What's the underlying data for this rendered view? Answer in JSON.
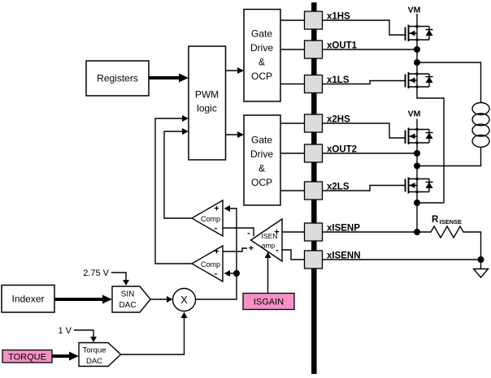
{
  "colors": {
    "pink": "#f591c7",
    "pin_gray": "#dcdcdc",
    "wire": "#000000",
    "background": "#ffffff"
  },
  "blocks": {
    "registers": {
      "label": "Registers"
    },
    "pwm_logic": {
      "line1": "PWM",
      "line2": "logic"
    },
    "gate_drive_a": {
      "line1": "Gate",
      "line2": "Drive",
      "line3": "&",
      "line4": "OCP"
    },
    "gate_drive_b": {
      "line1": "Gate",
      "line2": "Drive",
      "line3": "&",
      "line4": "OCP"
    },
    "indexer": {
      "label": "Indexer"
    },
    "sin_dac": {
      "line1": "SIN",
      "line2": "DAC"
    },
    "torque_dac": {
      "line1": "Torque",
      "line2": "DAC"
    },
    "multiplier": {
      "label": "X"
    },
    "comp_top": {
      "label": "Comp"
    },
    "comp_bottom": {
      "label": "Comp"
    },
    "isen_amp": {
      "line1": "ISEN",
      "line2": "amp"
    }
  },
  "pins": {
    "x1hs": "x1HS",
    "xout1": "xOUT1",
    "x1ls": "x1LS",
    "x2hs": "x2HS",
    "xout2": "xOUT2",
    "x2ls": "x2LS",
    "xisenp": "xISENP",
    "xisenn": "xISENN"
  },
  "control_tags": {
    "torque": "TORQUE",
    "isgain": "ISGAIN"
  },
  "references": {
    "sin_dac_ref": "2.75 V",
    "torque_dac_ref": "1 V"
  },
  "supplies": {
    "vm_bridge1": "VM",
    "vm_bridge2": "VM"
  },
  "sense_resistor": {
    "symbol": "R",
    "subscript": "ISENSE"
  },
  "polarity": {
    "plus": "+",
    "minus": "-"
  }
}
